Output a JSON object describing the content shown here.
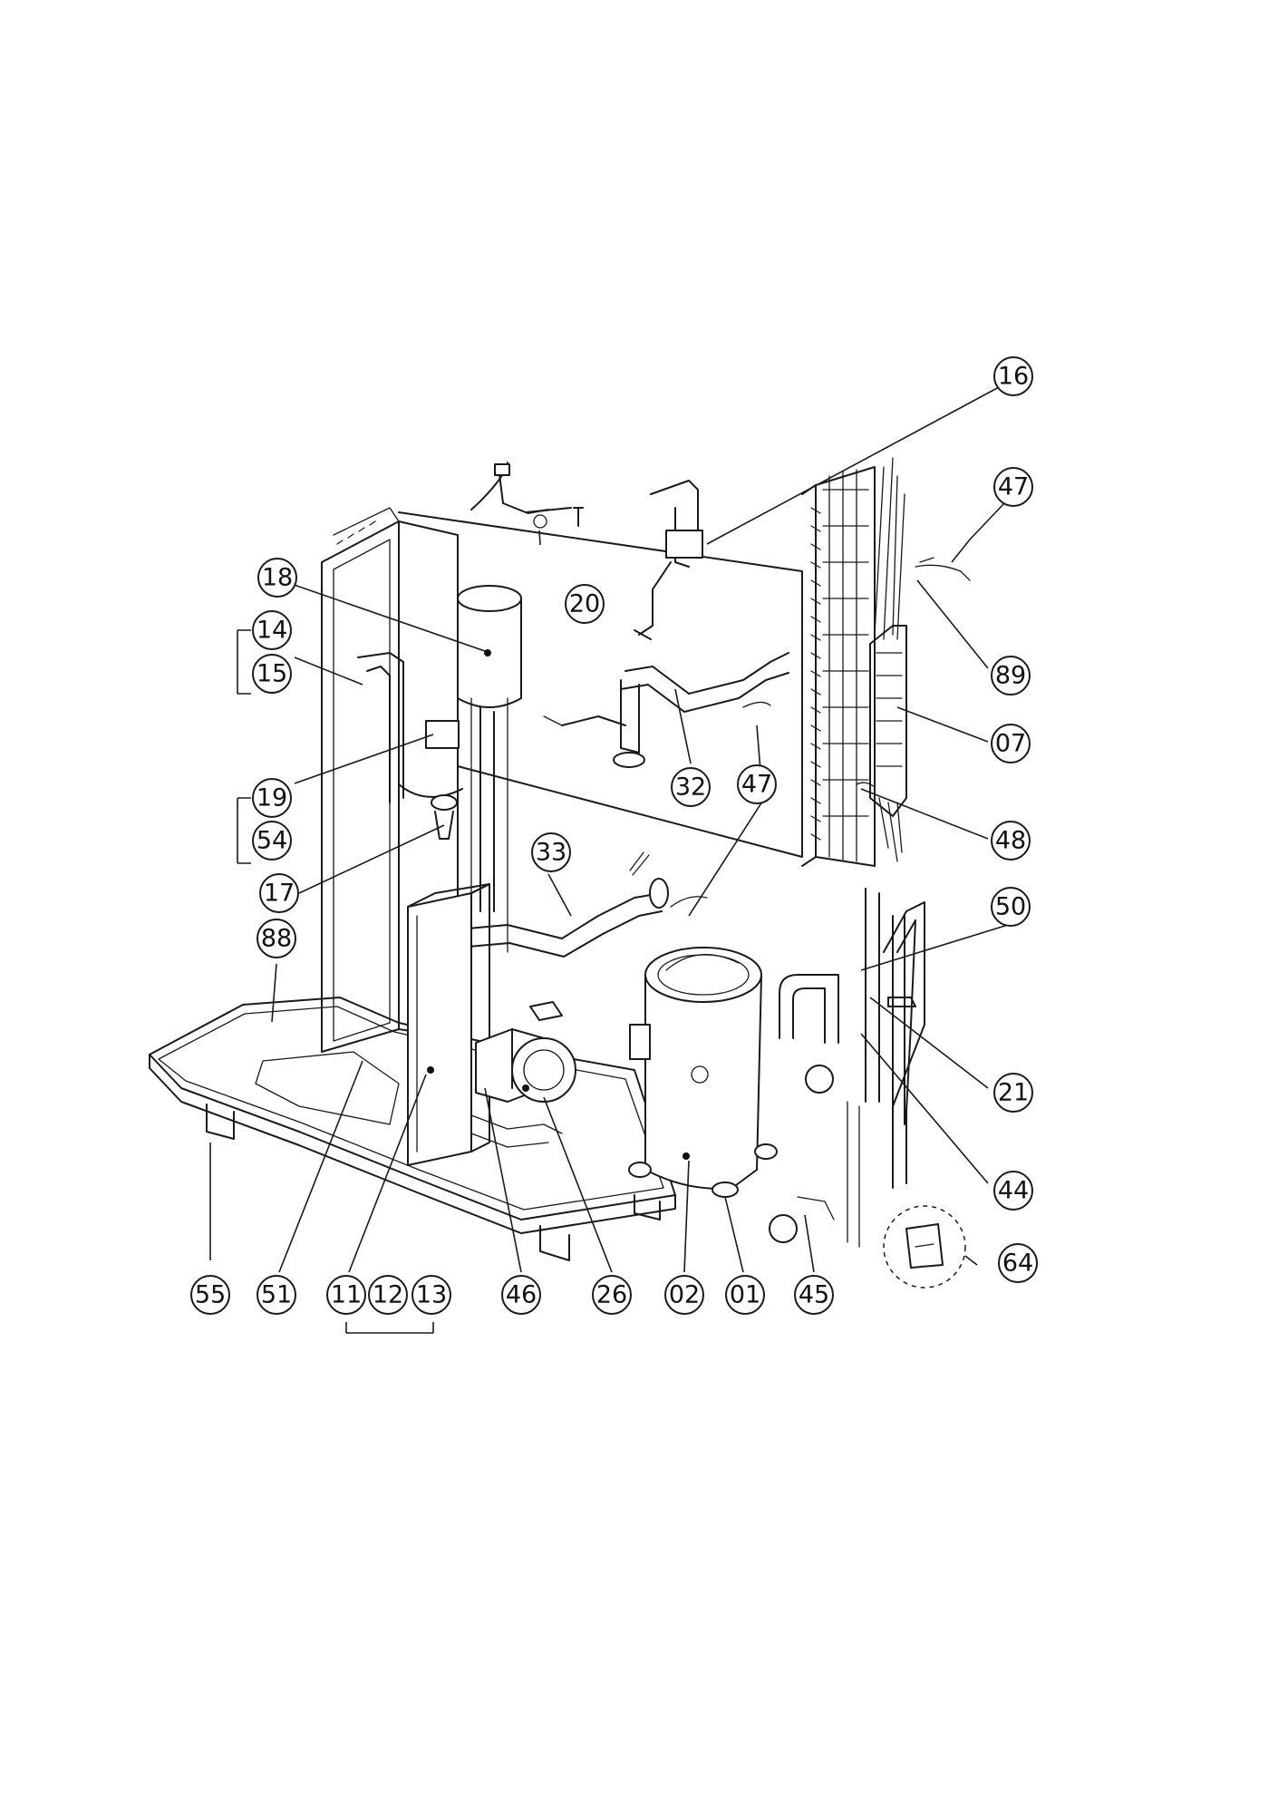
{
  "callouts": {
    "c16": "16",
    "c47a": "47",
    "c18": "18",
    "c20": "20",
    "c14": "14",
    "c15": "15",
    "c89": "89",
    "c07": "07",
    "c32": "32",
    "c47b": "47",
    "c19": "19",
    "c54": "54",
    "c48": "48",
    "c33": "33",
    "c17": "17",
    "c50": "50",
    "c88": "88",
    "c21": "21",
    "c44": "44",
    "c64": "64",
    "c55": "55",
    "c51": "51",
    "c11": "11",
    "c12": "12",
    "c13": "13",
    "c46": "46",
    "c26": "26",
    "c02": "02",
    "c01": "01",
    "c45": "45"
  }
}
